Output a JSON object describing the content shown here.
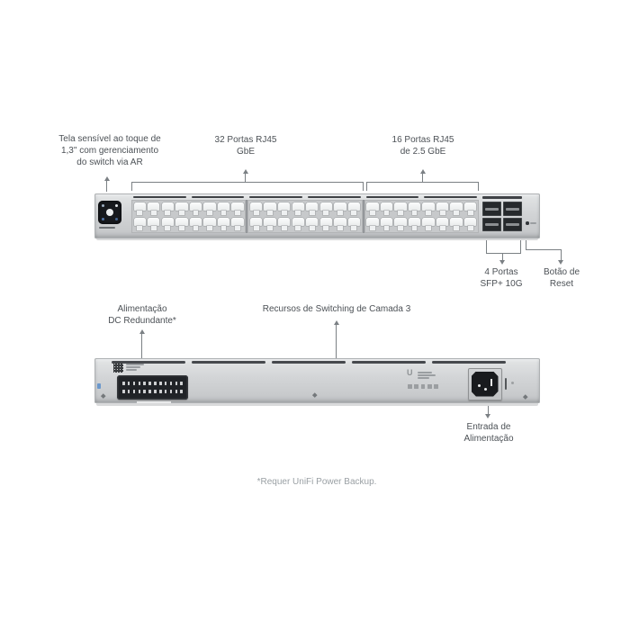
{
  "colors": {
    "text": "#4c5156",
    "muted_text": "#9aa0a4",
    "line": "#7b8084",
    "chassis_mid": "#d2d4d6",
    "chassis_dark": "#c3c5c7",
    "recess": "#c7c9cb",
    "divider": "#94979a",
    "dark_strip": "#3f4246",
    "screen_dark": "#17191d",
    "sfp_dark": "#26292c",
    "vent_dark": "#46494d",
    "connector_dark": "#202327",
    "inlet_dark": "#191b1e",
    "accent_blue": "#6b98cc"
  },
  "front": {
    "port_banks": [
      8,
      8,
      8
    ],
    "port_rows": 2,
    "sfp_ports": 4,
    "annotations": {
      "touchscreen": "Tela sensível ao toque de\n1,3\" com gerenciamento\ndo switch via AR",
      "gbe_ports": "32 Portas RJ45\nGbE",
      "multi_gbe_ports": "16 Portas RJ45\nde 2.5 GbE",
      "sfp": "4 Portas\nSFP+ 10G",
      "reset": "Botão de\nReset"
    }
  },
  "back": {
    "vent_slots": 5,
    "dc_pins_per_row": 12,
    "compliance_mark_count": 5,
    "logo_letter": "U",
    "annotations": {
      "dc_power": "Alimentação\nDC Redundante*",
      "layer3": "Recursos de Switching de Camada 3",
      "power_inlet": "Entrada de\nAlimentação"
    }
  },
  "footnote": "*Requer UniFi Power Backup."
}
